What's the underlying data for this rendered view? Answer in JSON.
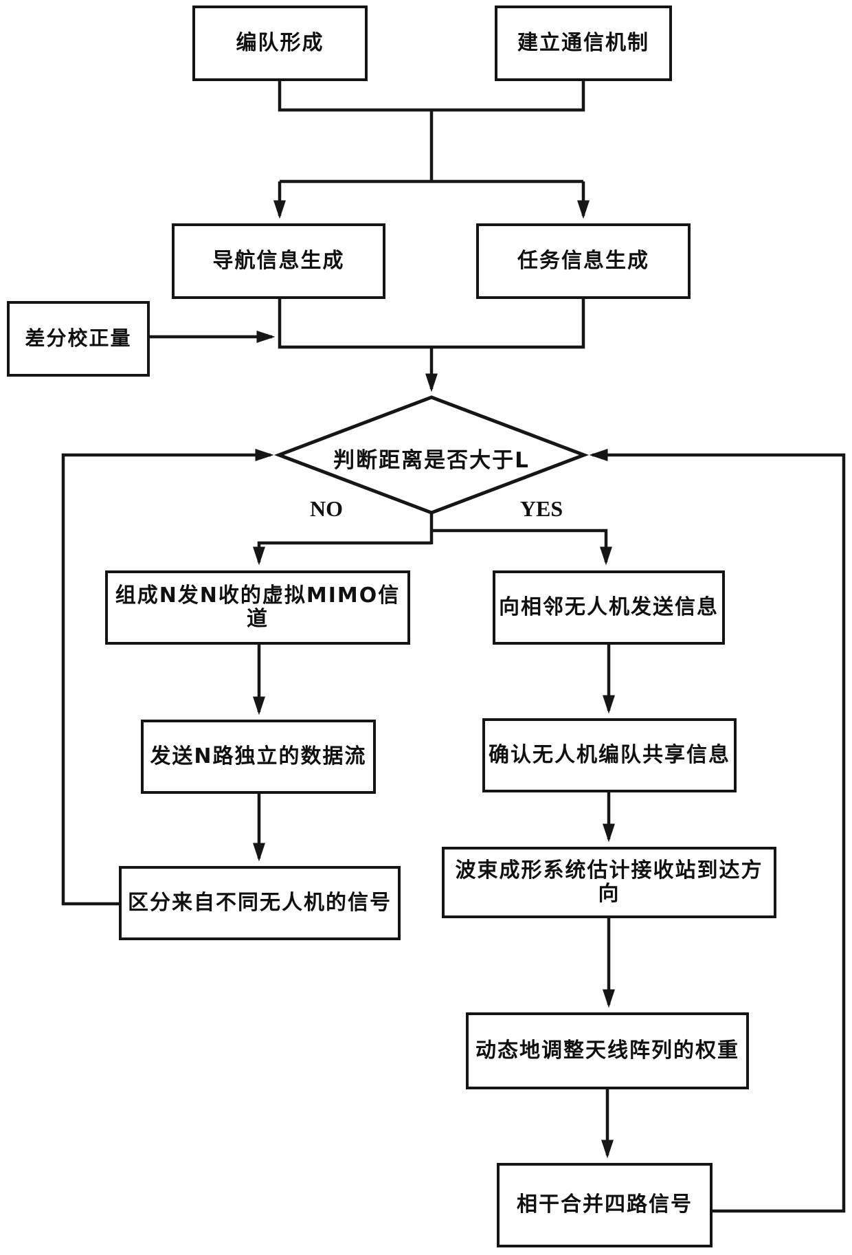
{
  "diagram": {
    "type": "flowchart",
    "description": "UAV formation communication flowchart, scanned black-and-white patent figure"
  },
  "nodes": {
    "formation": {
      "label": "编队形成"
    },
    "comm": {
      "label": "建立通信机制"
    },
    "nav": {
      "label": "导航信息生成"
    },
    "task": {
      "label": "任务信息生成"
    },
    "diff": {
      "label": "差分校正量"
    },
    "decision": {
      "label": "判断距离是否大于L"
    },
    "mimo": {
      "label": "组成N发N收的虚拟MIMO信道"
    },
    "send_n": {
      "label": "发送N路独立的数据流"
    },
    "distinguish": {
      "label": "区分来自不同无人机的信号"
    },
    "send_info": {
      "label": "向相邻无人机发送信息"
    },
    "confirm": {
      "label": "确认无人机编队共享信息"
    },
    "beamform": {
      "label": "波束成形系统估计接收站到达方向"
    },
    "adjust": {
      "label": "动态地调整天线阵列的权重"
    },
    "combine": {
      "label": "相干合并四路信号"
    }
  },
  "branch_labels": {
    "no": "NO",
    "yes": "YES"
  },
  "colors": {
    "line": "#161616",
    "text": "#101010",
    "background": "#ffffff"
  }
}
